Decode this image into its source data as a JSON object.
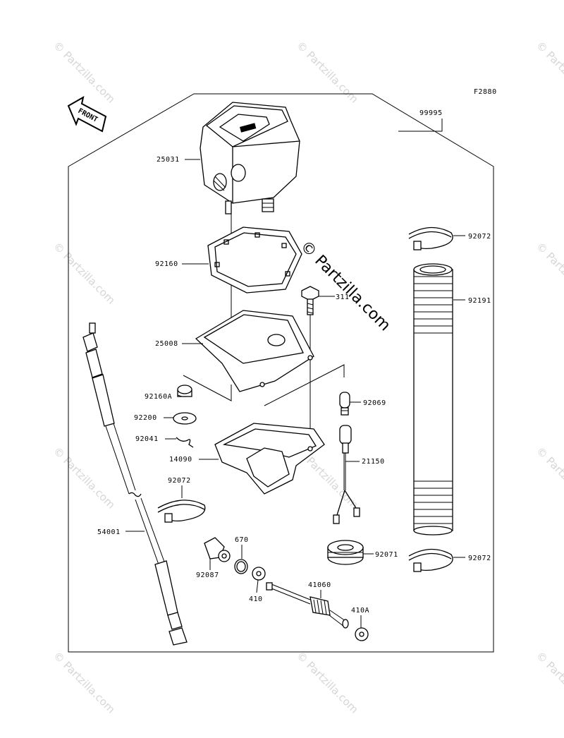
{
  "figure_code": "F2880",
  "front_label": "FRONT",
  "watermark": "© Partzilla.com",
  "center_watermark": "© Partzilla.com",
  "callouts": {
    "p99995": "99995",
    "p25031": "25031",
    "p92072_top": "92072",
    "p92160": "92160",
    "p92191": "92191",
    "p311": "311",
    "p25008": "25008",
    "p92160A": "92160A",
    "p92069": "92069",
    "p92200": "92200",
    "p92041": "92041",
    "p14090": "14090",
    "p21150": "21150",
    "p92072_left": "92072",
    "p54001": "54001",
    "p670": "670",
    "p92071": "92071",
    "p92072_bottom": "92072",
    "p92087": "92087",
    "p410": "410",
    "p41060": "41060",
    "p410A": "410A"
  }
}
